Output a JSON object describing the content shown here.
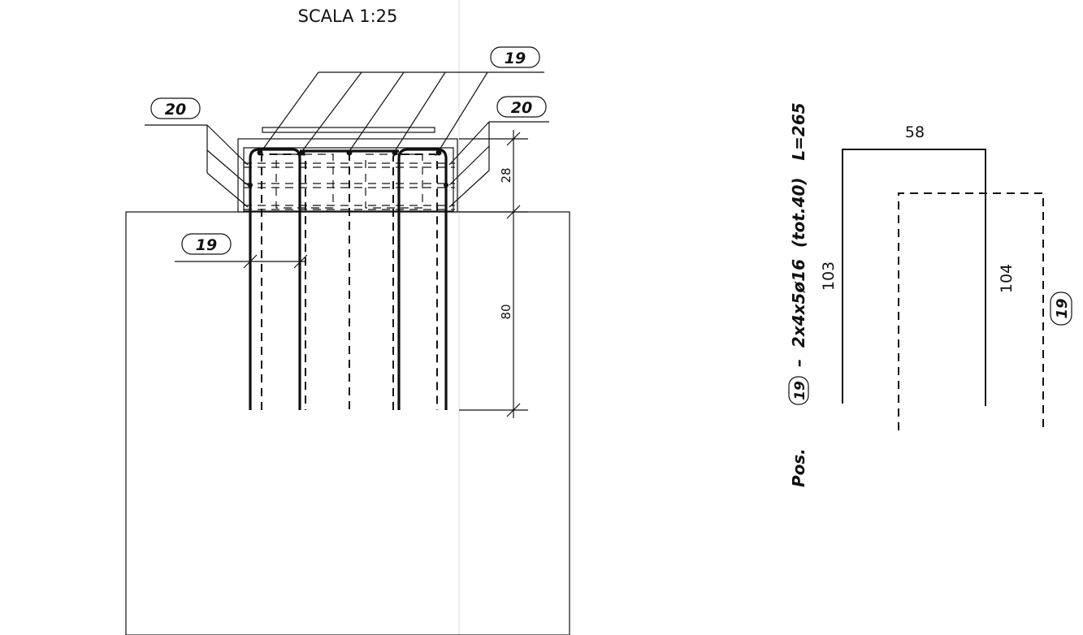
{
  "scale_label": "SCALA 1:25",
  "tags": {
    "pos19_top": "19",
    "pos20_left": "20",
    "pos20_right": "20",
    "pos19_left": "19",
    "pos19_shape": "19",
    "pos19_caption": "19"
  },
  "dimensions": {
    "section_top": "28",
    "section_depth": "80",
    "shape_width": "58",
    "shape_left_leg": "103",
    "shape_right_leg": "104"
  },
  "caption": {
    "prefix": "Pos.",
    "body": "–  2x4x5ø16  (tot.40)   L=265"
  }
}
